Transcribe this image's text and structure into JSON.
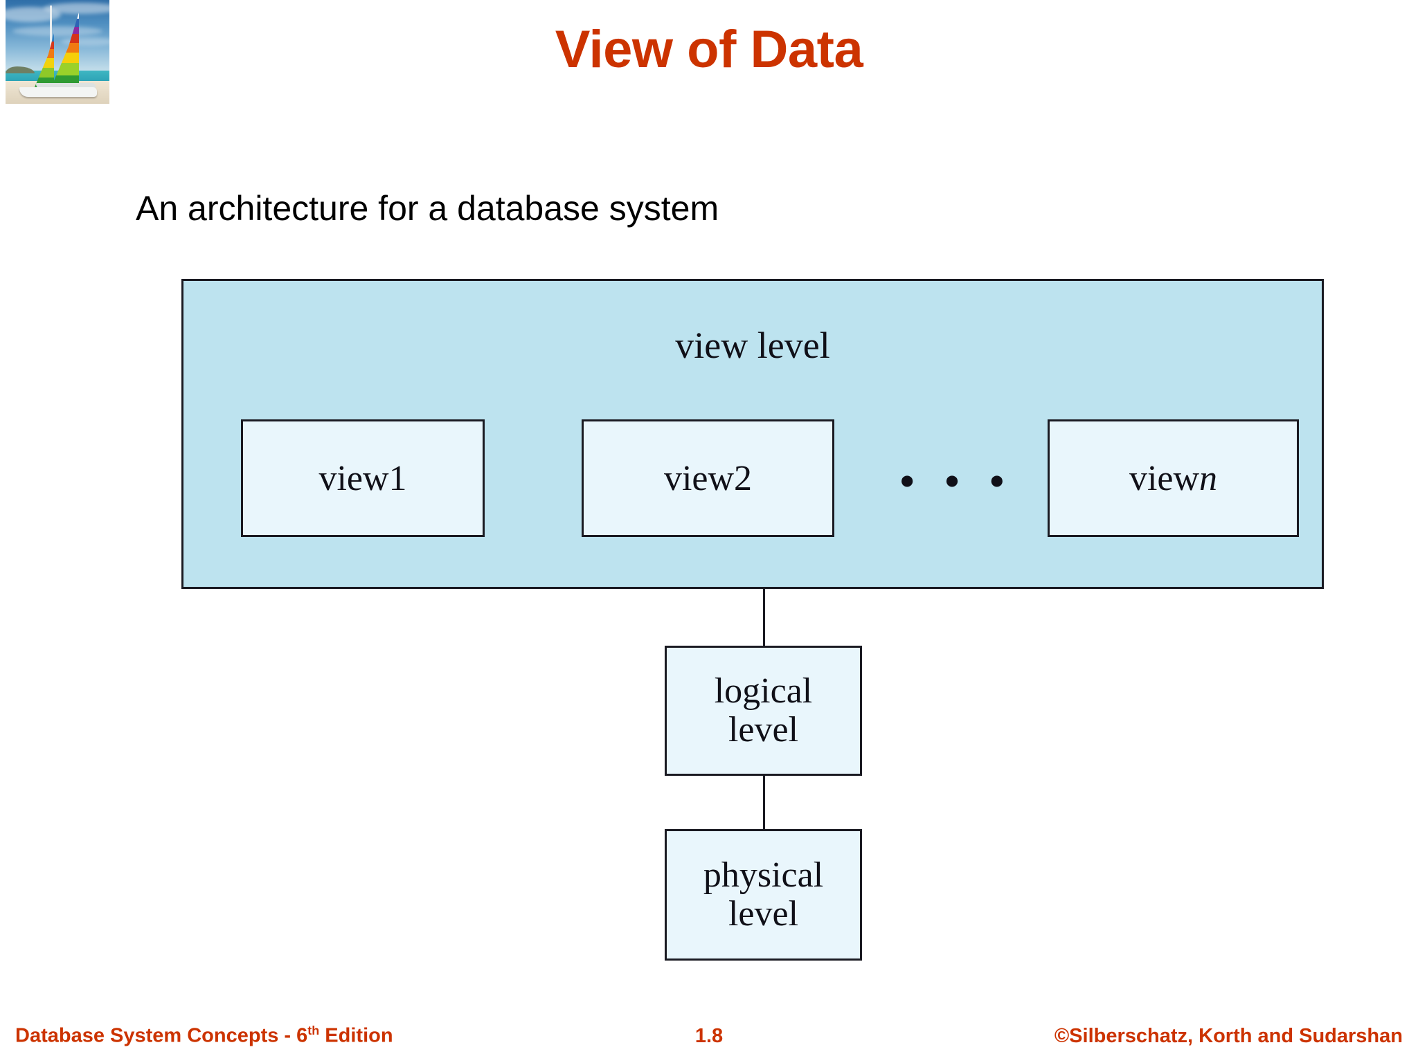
{
  "slide": {
    "title": "View of Data",
    "subtitle": "An architecture for a database system",
    "title_color": "#CC3300",
    "background": "#FFFFFF"
  },
  "logo": {
    "name": "sailboat-beach-photo",
    "alt": "Sailboat with rainbow sails on a beach"
  },
  "diagram": {
    "type": "three-level-database-architecture",
    "container_fill": "#BDE3EF",
    "box_fill": "#E9F6FC",
    "border_color": "#1A1A22",
    "view_level_label": "view level",
    "views": [
      {
        "label_prefix": "view ",
        "label_suffix": "1",
        "italic_suffix": false
      },
      {
        "label_prefix": "view ",
        "label_suffix": "2",
        "italic_suffix": false
      },
      {
        "label_prefix": "view ",
        "label_suffix": "n",
        "italic_suffix": true
      }
    ],
    "ellipsis": "• • •",
    "logical_level": {
      "line1": "logical",
      "line2": "level"
    },
    "physical_level": {
      "line1": "physical",
      "line2": "level"
    }
  },
  "footer": {
    "left_text": "Database System Concepts - 6",
    "left_sup": "th",
    "left_tail": " Edition",
    "page_number": "1.8",
    "right_text": "©Silberschatz, Korth and Sudarshan"
  }
}
